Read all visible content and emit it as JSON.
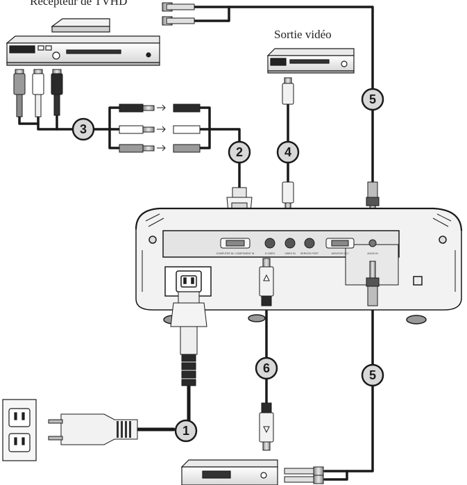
{
  "labels": {
    "top_left_device": "Récepteur de TVHD",
    "video_output": "Sortie vidéo"
  },
  "callouts": [
    "1",
    "2",
    "3",
    "4",
    "5",
    "5",
    "6"
  ],
  "port_labels": [
    "COMPUTER IN / COMPONENT IN",
    "S-VIDEO",
    "VIDEO IN",
    "SERVICE PORT",
    "MONITOR OUT",
    "AUDIO IN"
  ],
  "colors": {
    "cable": "#1a1a1a",
    "connector_gray": "#9a9a9a",
    "connector_dark": "#2a2a2a",
    "badge_fill": "#d8d8d8",
    "projector_body": "#f2f2f2"
  }
}
